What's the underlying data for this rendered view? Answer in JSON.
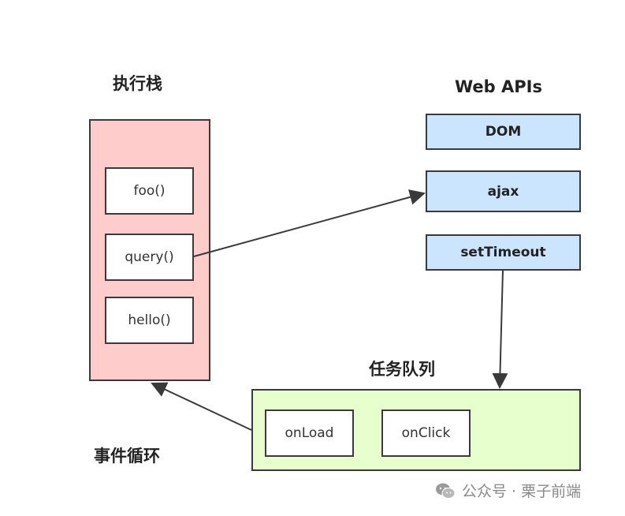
{
  "titles": {
    "stack": "执行栈",
    "web_apis": "Web APIs",
    "queue": "任务队列",
    "event_loop": "事件循环"
  },
  "stack_frames": [
    "foo()",
    "query()",
    "hello()"
  ],
  "web_apis": [
    "DOM",
    "ajax",
    "setTimeout"
  ],
  "queue_tasks": [
    "onLoad",
    "onClick"
  ],
  "watermark": {
    "icon": "wechat-icon",
    "text": "公众号 · 栗子前端"
  },
  "colors": {
    "stack_fill": "#ffcccc",
    "api_fill": "#cce5ff",
    "queue_fill": "#e6ffcc",
    "stroke": "#3a3a3a"
  }
}
